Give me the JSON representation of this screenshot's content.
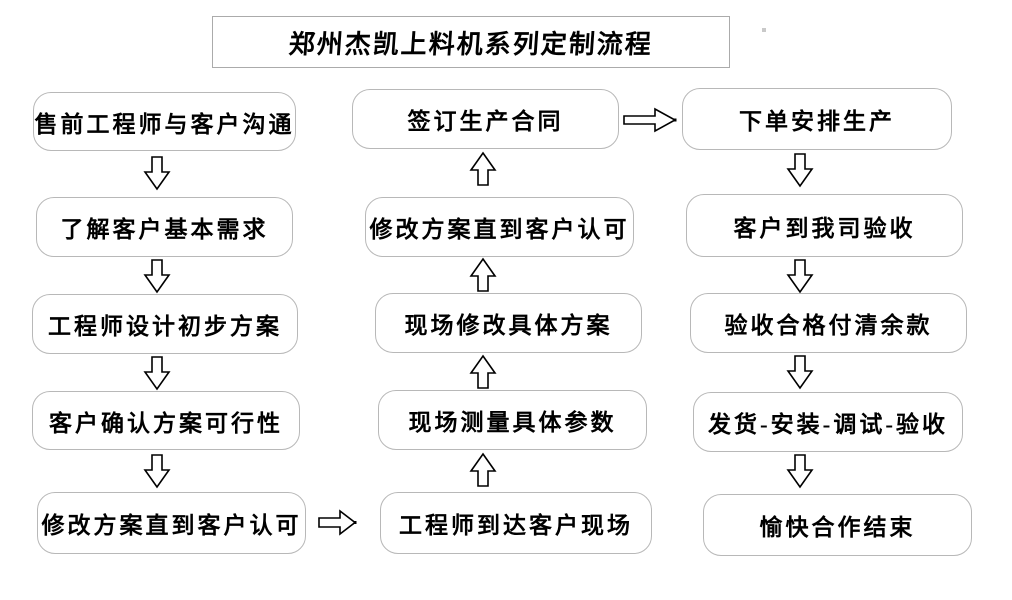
{
  "title": "郑州杰凯上料机系列定制流程",
  "flow": {
    "left": [
      "售前工程师与客户沟通",
      "了解客户基本需求",
      "工程师设计初步方案",
      "客户确认方案可行性",
      "修改方案直到客户认可"
    ],
    "middle": [
      "签订生产合同",
      "修改方案直到客户认可",
      "现场修改具体方案",
      "现场测量具体参数",
      "工程师到达客户现场"
    ],
    "right": [
      "下单安排生产",
      "客户到我司验收",
      "验收合格付清余款",
      "发货-安装-调试-验收",
      "愉快合作结束"
    ]
  },
  "connections": [
    {
      "from": "售前工程师与客户沟通",
      "to": "了解客户基本需求",
      "direction": "down"
    },
    {
      "from": "了解客户基本需求",
      "to": "工程师设计初步方案",
      "direction": "down"
    },
    {
      "from": "工程师设计初步方案",
      "to": "客户确认方案可行性",
      "direction": "down"
    },
    {
      "from": "客户确认方案可行性",
      "to": "修改方案直到客户认可",
      "direction": "down"
    },
    {
      "from": "修改方案直到客户认可",
      "to": "工程师到达客户现场",
      "direction": "right"
    },
    {
      "from": "工程师到达客户现场",
      "to": "现场测量具体参数",
      "direction": "up"
    },
    {
      "from": "现场测量具体参数",
      "to": "现场修改具体方案",
      "direction": "up"
    },
    {
      "from": "现场修改具体方案",
      "to": "修改方案直到客户认可",
      "direction": "up"
    },
    {
      "from": "修改方案直到客户认可",
      "to": "签订生产合同",
      "direction": "up"
    },
    {
      "from": "签订生产合同",
      "to": "下单安排生产",
      "direction": "right"
    },
    {
      "from": "下单安排生产",
      "to": "客户到我司验收",
      "direction": "down"
    },
    {
      "from": "客户到我司验收",
      "to": "验收合格付清余款",
      "direction": "down"
    },
    {
      "from": "验收合格付清余款",
      "to": "发货-安装-调试-验收",
      "direction": "down"
    },
    {
      "from": "发货-安装-调试-验收",
      "to": "愉快合作结束",
      "direction": "down"
    }
  ],
  "colors": {
    "background": "#ffffff",
    "node_border": "#b8b8b8",
    "title_border": "#ababab",
    "arrow_outline": "#000000",
    "text": "#000000"
  }
}
